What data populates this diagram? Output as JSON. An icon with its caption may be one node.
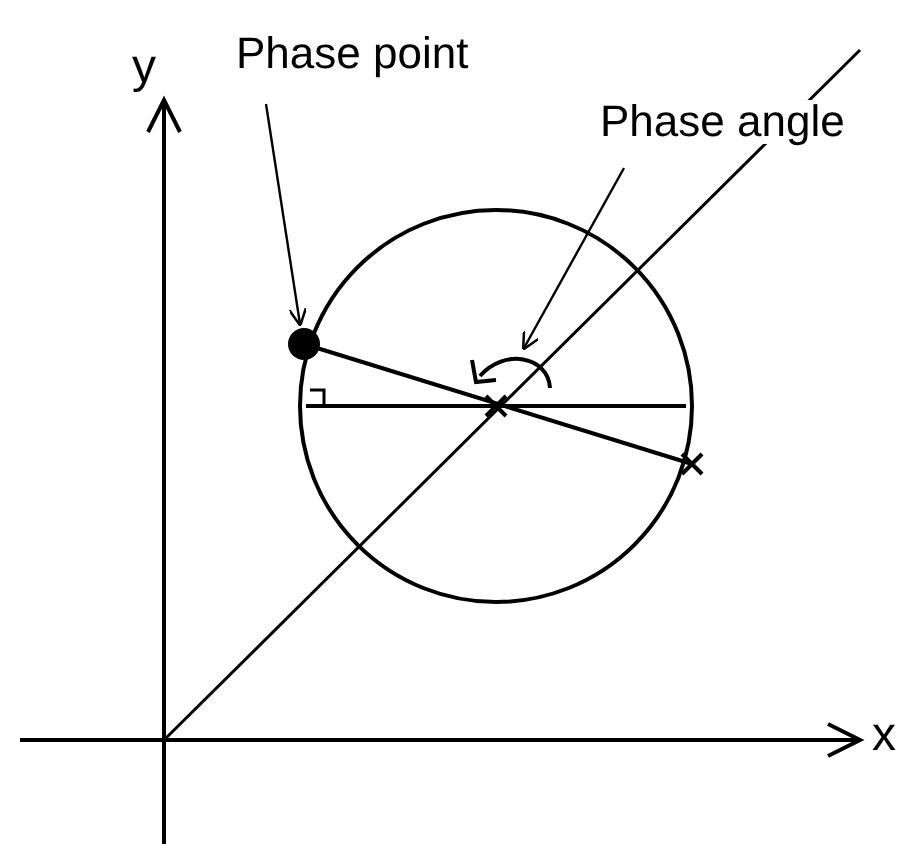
{
  "diagram": {
    "nodes": [
      {
        "text": [
          "Phase point"
        ]
      },
      {
        "text": [
          "Phase angle"
        ]
      },
      {
        "text": [],
        "shape": "circle"
      },
      {
        "text": [],
        "shape": "arc"
      }
    ],
    "edges": [
      {
        "from": 0,
        "to": 2,
        "arrow": "to"
      },
      {
        "from": 1,
        "to": 3,
        "arrow": "to"
      }
    ],
    "labels": [
      "y",
      "x"
    ]
  }
}
